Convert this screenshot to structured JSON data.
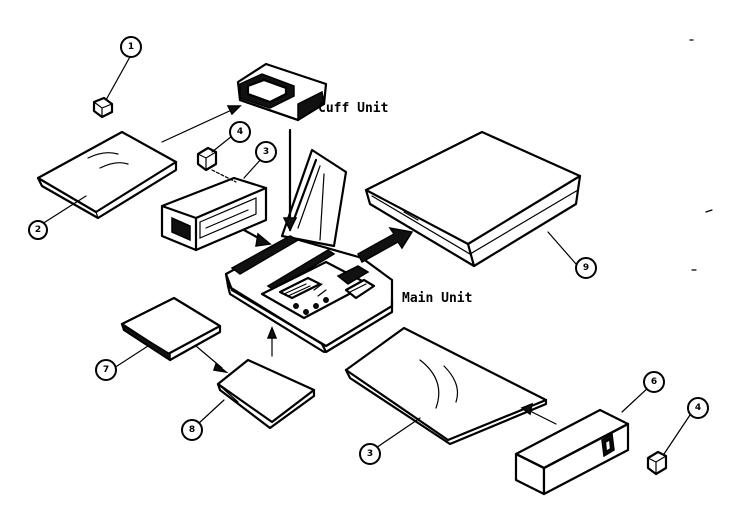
{
  "labels": {
    "cuff_unit": "Cuff Unit",
    "main_unit": "Main Unit"
  },
  "callouts": {
    "c1": "1",
    "c2": "2",
    "c3a": "3",
    "c3b": "3",
    "c4a": "4",
    "c4b": "4",
    "c6": "6",
    "c7": "7",
    "c8": "8",
    "c9": "9"
  }
}
